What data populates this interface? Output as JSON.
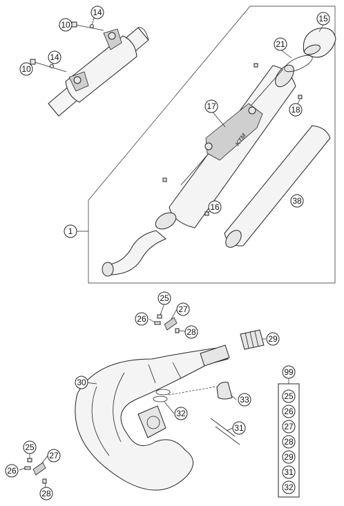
{
  "callouts": [
    {
      "key": "c10a",
      "label": "10"
    },
    {
      "key": "c14a",
      "label": "14"
    },
    {
      "key": "c10b",
      "label": "10"
    },
    {
      "key": "c14b",
      "label": "14"
    },
    {
      "key": "c15",
      "label": "15"
    },
    {
      "key": "c21",
      "label": "21"
    },
    {
      "key": "c17",
      "label": "17"
    },
    {
      "key": "c18",
      "label": "18"
    },
    {
      "key": "c38",
      "label": "38"
    },
    {
      "key": "c16",
      "label": "16"
    },
    {
      "key": "c1",
      "label": "1"
    },
    {
      "key": "c25a",
      "label": "25"
    },
    {
      "key": "c27a",
      "label": "27"
    },
    {
      "key": "c26a",
      "label": "26"
    },
    {
      "key": "c28a",
      "label": "28"
    },
    {
      "key": "c29",
      "label": "29"
    },
    {
      "key": "c30",
      "label": "30"
    },
    {
      "key": "c33",
      "label": "33"
    },
    {
      "key": "c32",
      "label": "32"
    },
    {
      "key": "c31",
      "label": "31"
    },
    {
      "key": "c25b",
      "label": "25"
    },
    {
      "key": "c27b",
      "label": "27"
    },
    {
      "key": "c26b",
      "label": "26"
    },
    {
      "key": "c28b",
      "label": "28"
    }
  ],
  "kit": {
    "header": "99",
    "items": [
      "25",
      "26",
      "27",
      "28",
      "29",
      "31",
      "32"
    ]
  }
}
